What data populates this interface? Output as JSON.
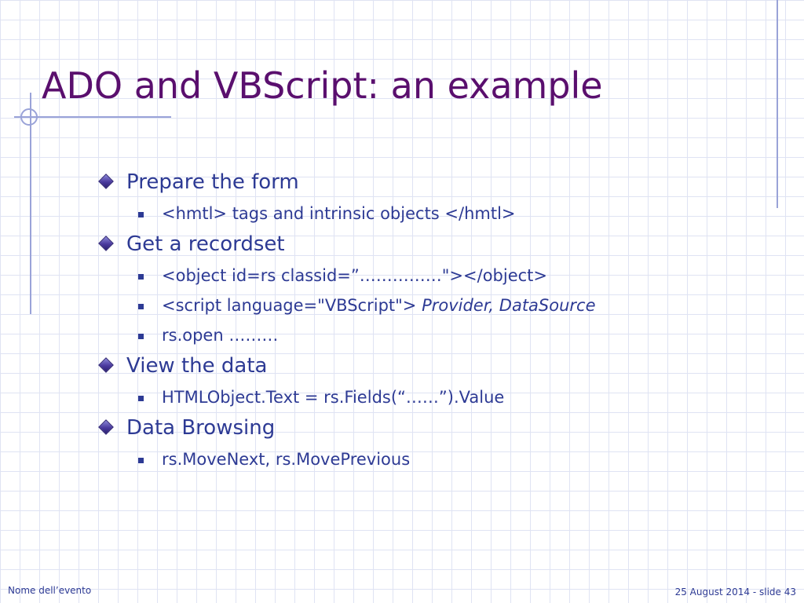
{
  "slide": {
    "title": "ADO and VBScript: an example",
    "sections": [
      {
        "heading": "Prepare the form",
        "items": [
          {
            "text": "<hmtl> tags and intrinsic objects </hmtl>"
          }
        ]
      },
      {
        "heading": "Get a recordset",
        "items": [
          {
            "text": "<object id=rs classid=”……………\"></object>"
          },
          {
            "text": "<script language=\"VBScript\"> ",
            "italic": "Provider, DataSource"
          },
          {
            "text": "rs.open ………"
          }
        ]
      },
      {
        "heading": "View the data",
        "items": [
          {
            "text": "HTMLObject.Text = rs.Fields(“……”).Value"
          }
        ]
      },
      {
        "heading": "Data Browsing",
        "items": [
          {
            "text": "rs.MoveNext, rs.MovePrevious"
          }
        ]
      }
    ],
    "footer": {
      "left": "Nome dell’evento",
      "right": "25 August 2014 - slide 43"
    }
  },
  "colors": {
    "title": "#5a0f6e",
    "text": "#2d3a94",
    "grid": "#dfe3f3",
    "accent_lines": "#9aa3d8"
  }
}
